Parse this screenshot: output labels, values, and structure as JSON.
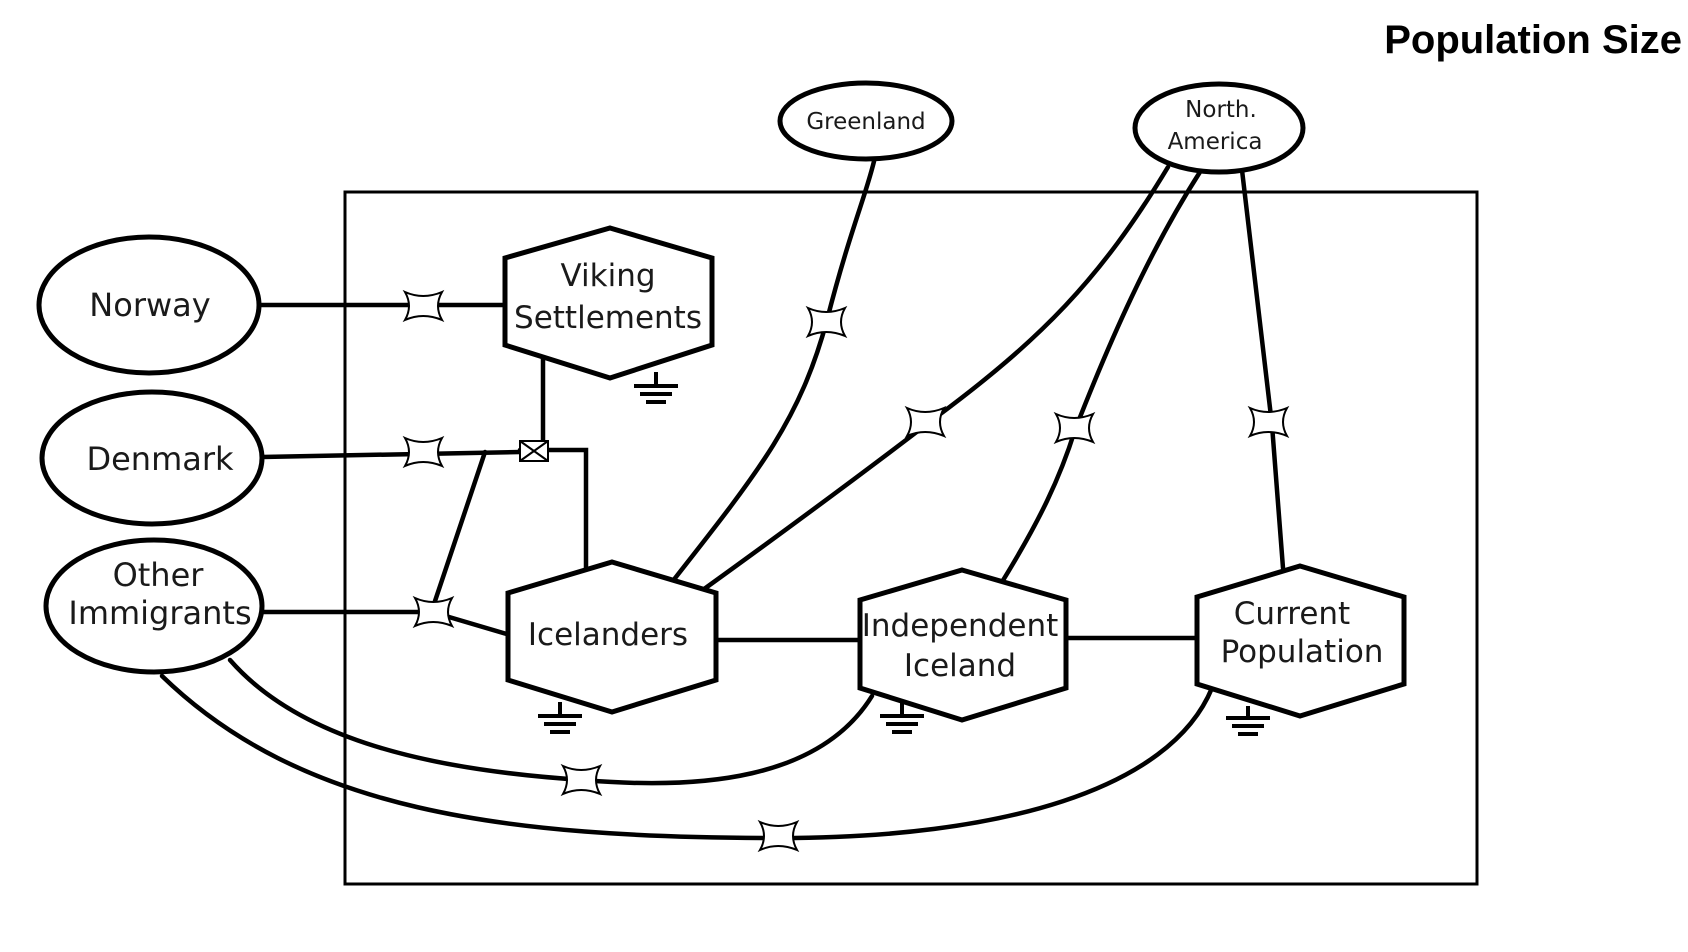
{
  "title": "Population Size",
  "nodes": {
    "norway": "Norway",
    "denmark": "Denmark",
    "other_immigrants": [
      "Other",
      "Immigrants"
    ],
    "greenland": "Greenland",
    "north_america": [
      "North.",
      "America"
    ],
    "viking_settlements": [
      "Viking",
      "Settlements"
    ],
    "icelanders": "Icelanders",
    "independent_iceland": [
      "Independent",
      "Iceland"
    ],
    "current_population": [
      "Current",
      "Population"
    ]
  }
}
